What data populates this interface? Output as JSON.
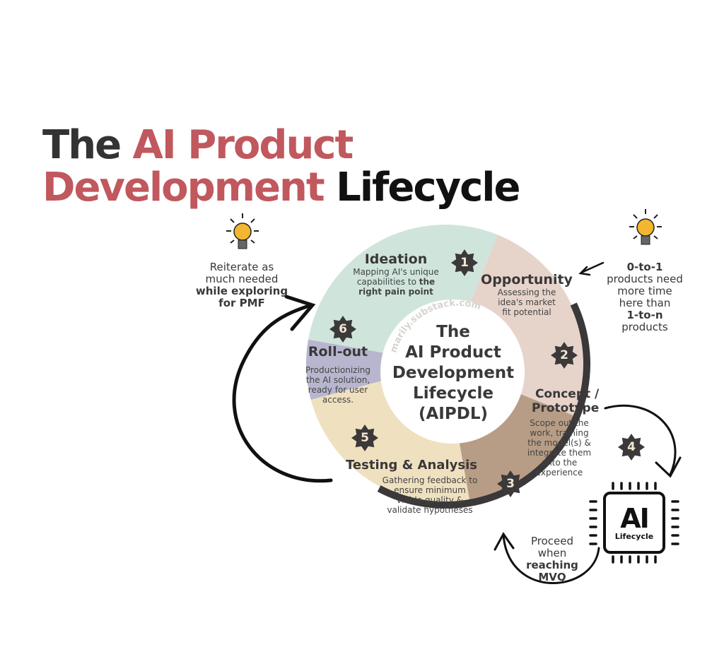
{
  "title": {
    "word_the": "The",
    "word_ai_product": "AI Product",
    "word_development": "Development",
    "word_lifecycle": "Lifecycle"
  },
  "colors": {
    "title_red": "#c0585e",
    "dark": "#3a3838",
    "ideation": "#cfe5dc",
    "opportunity": "#e6d4cb",
    "concept": "#b79d86",
    "testing": "#efe1c0",
    "rollout": "#b8b6cf"
  },
  "center": {
    "line1": "The",
    "line2": "AI Product",
    "line3": "Development",
    "line4": "Lifecycle",
    "line5": "(AIPDL)",
    "watermark": "marily.substack.com"
  },
  "stages": [
    {
      "number": "1",
      "title": "Ideation",
      "desc1": "Mapping AI's unique",
      "desc2": "capabilities to ",
      "desc2_bold": "the",
      "desc3_bold": "right pain point"
    },
    {
      "number": "2",
      "title": "Opportunity",
      "desc1": "Assessing the",
      "desc2": "idea's market",
      "desc3": "fit potential"
    },
    {
      "number": "3",
      "title1": "Concept /",
      "title2": "Prototype",
      "desc1": "Scope out the",
      "desc2": "work, training",
      "desc3": "the model(s) &",
      "desc4": "integrate them",
      "desc5": "onto the",
      "desc6": "experience"
    },
    {
      "number": "4",
      "chip_big": "AI",
      "chip_small": "Lifecycle"
    },
    {
      "number": "5",
      "title": "Testing & Analysis",
      "desc1": "Gathering feedback to",
      "desc2": "ensure minimum",
      "desc3": "viable quality &",
      "desc4": "validate  hypotheses"
    },
    {
      "number": "6",
      "title": "Roll-out",
      "desc1": "Productionizing",
      "desc2": "the AI solution,",
      "desc3": "ready for user",
      "desc4": "access."
    }
  ],
  "notes": {
    "left": {
      "line1": "Reiterate as",
      "line2": "much needed",
      "line3_bold": "while exploring",
      "line4_bold": "for PMF"
    },
    "right": {
      "line1_bold": "0-to-1",
      "line2": "products  need",
      "line3": "more time",
      "line4": "here than",
      "line5_bold": "1-to-n",
      "line6": "products"
    },
    "bottom": {
      "line1": "Proceed",
      "line2": "when",
      "line3_bold": "reaching",
      "line4_bold": "MVQ"
    }
  }
}
